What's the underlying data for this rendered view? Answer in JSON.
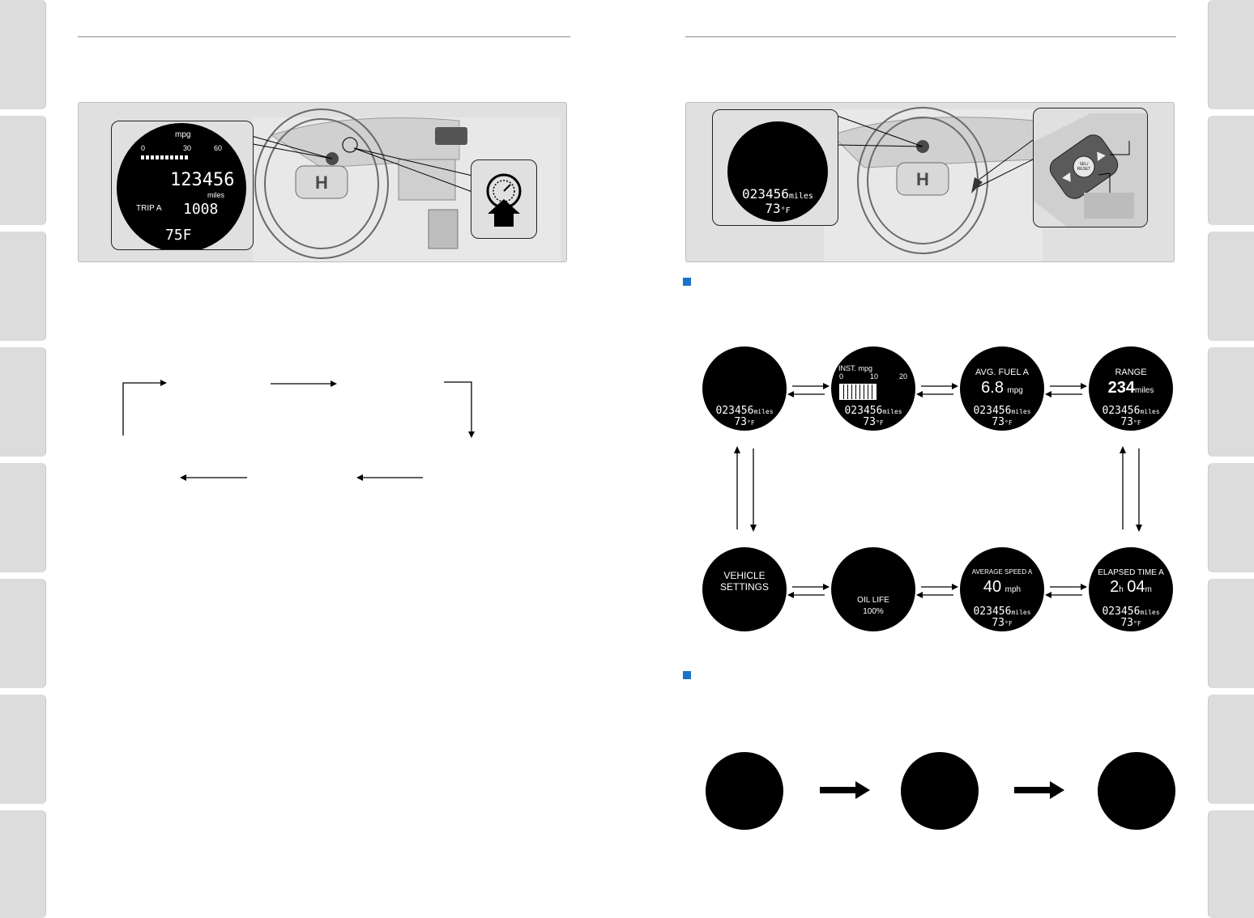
{
  "display_common": {
    "odometer": "023456",
    "odo_unit": "miles",
    "temp": "73",
    "temp_unit": "°F"
  },
  "meter_callout": {
    "mpg_label": "mpg",
    "ticks": [
      "0",
      "30",
      "60"
    ],
    "odometer": "123456",
    "odo_unit": "miles",
    "trip_label": "TRIP A",
    "trip_value": "1008",
    "temp": "75F"
  },
  "cycle_displays": {
    "inst_mpg": {
      "label": "INST. mpg",
      "ticks": [
        "0",
        "10",
        "20"
      ]
    },
    "avg_fuel": {
      "label": "AVG. FUEL A",
      "value": "6.8",
      "unit": "mpg"
    },
    "range": {
      "label": "RANGE",
      "value": "234",
      "unit": "miles"
    },
    "vehicle_settings": {
      "line1": "VEHICLE",
      "line2": "SETTINGS"
    },
    "oil_life": {
      "label": "OIL LIFE",
      "value": "100%"
    },
    "avg_speed": {
      "label": "AVERAGE SPEED A",
      "value": "40",
      "unit": "mph"
    },
    "elapsed_time": {
      "label": "ELAPSED TIME A",
      "hours": "2",
      "h_unit": "h",
      "minutes": "04",
      "m_unit": "m"
    }
  },
  "steering_button": {
    "label_line1": "SEL/",
    "label_line2": "RESET"
  }
}
